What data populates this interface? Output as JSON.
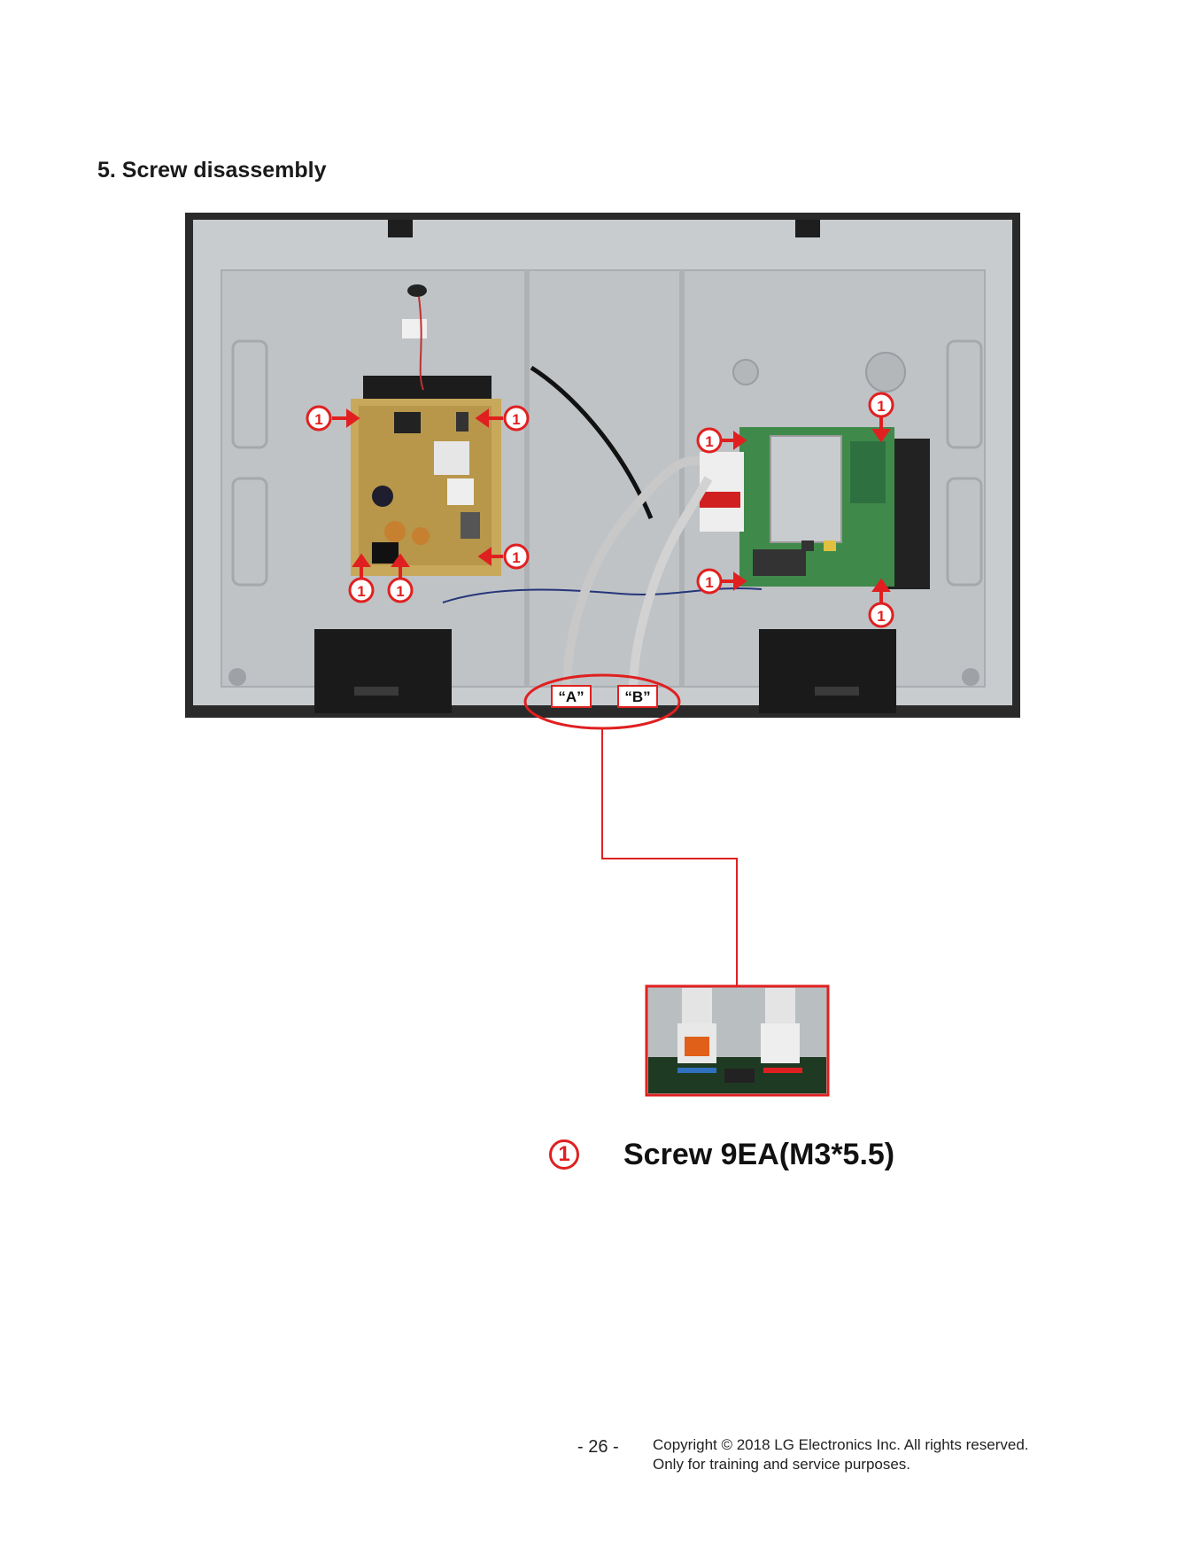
{
  "section": {
    "title": "5. Screw disassembly"
  },
  "callouts": {
    "marker_label": "1",
    "connector_a": "“A”",
    "connector_b": "“B”"
  },
  "legend": {
    "marker": "1",
    "text": "Screw 9EA(M3*5.5)"
  },
  "footer": {
    "page_number": "- 26 -",
    "copyright_line1": "Copyright © 2018 LG Electronics Inc. All rights reserved.",
    "copyright_line2": "Only for training and service purposes."
  },
  "colors": {
    "accent_red": "#e02020",
    "panel_grey": "#c9cccf",
    "bezel": "#2a2a2a"
  }
}
